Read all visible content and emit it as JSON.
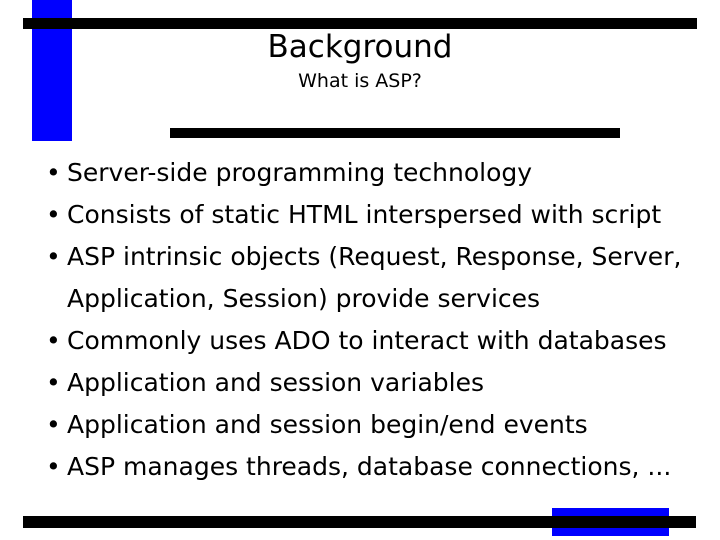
{
  "slide": {
    "title": "Background",
    "subtitle": "What is ASP?",
    "bullet_marker": "•",
    "bullets": [
      "Server-side programming technology",
      "Consists of static HTML interspersed with script",
      "ASP intrinsic objects (Request, Response, Server, Application, Session) provide services",
      "Commonly uses ADO to interact with databases",
      "Application and session variables",
      "Application and session begin/end events",
      "ASP manages threads, database connections, ..."
    ],
    "colors": {
      "background": "#ffffff",
      "text": "#000000",
      "accent_blue": "#0000ff",
      "accent_black": "#000000"
    }
  }
}
